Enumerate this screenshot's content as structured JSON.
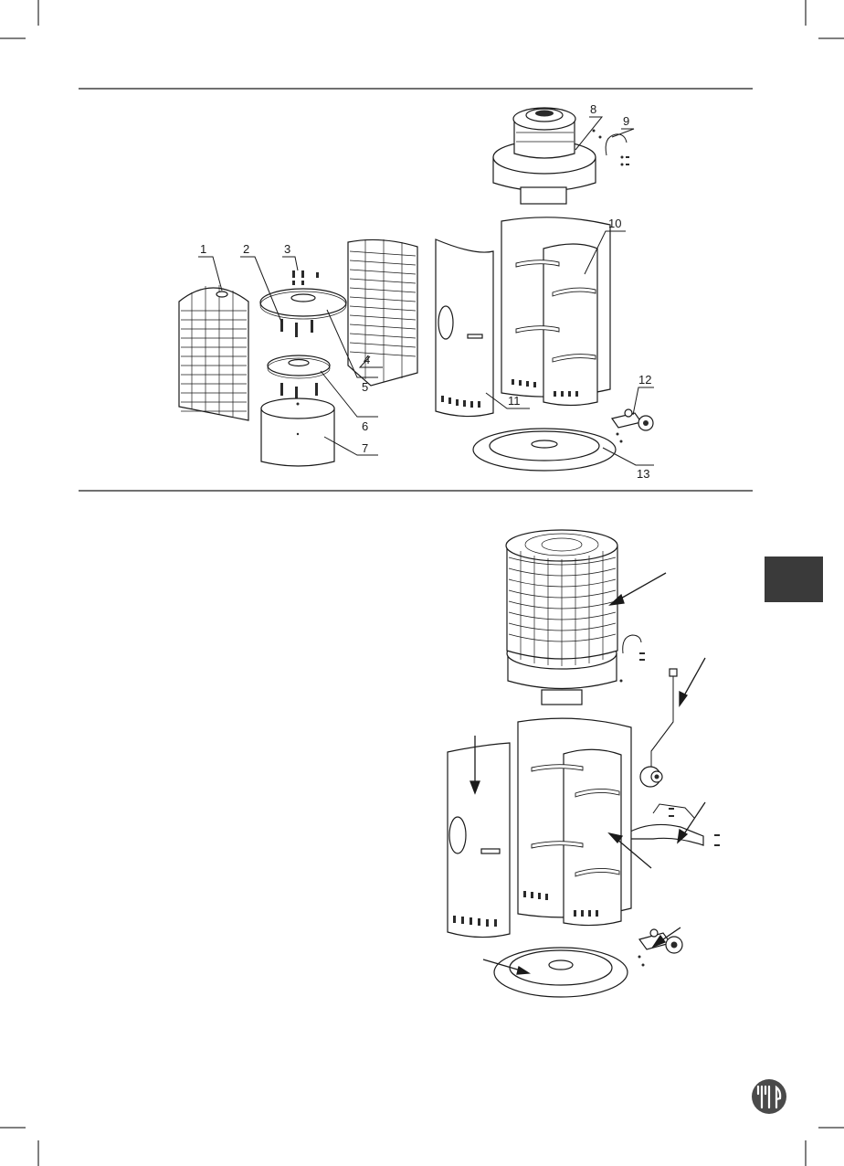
{
  "top_panel": {
    "callouts": [
      {
        "id": "c1",
        "label": "1",
        "part": "cage-half-left"
      },
      {
        "id": "c2",
        "label": "2",
        "part": "spacer-rods"
      },
      {
        "id": "c3",
        "label": "3",
        "part": "bolts"
      },
      {
        "id": "c4",
        "label": "4",
        "part": "cage-half-right"
      },
      {
        "id": "c5",
        "label": "5",
        "part": "top-disc"
      },
      {
        "id": "c6",
        "label": "6",
        "part": "small-disc"
      },
      {
        "id": "c7",
        "label": "7",
        "part": "inner-cylinder"
      },
      {
        "id": "c8",
        "label": "8",
        "part": "burner-head"
      },
      {
        "id": "c9",
        "label": "9",
        "part": "u-bracket"
      },
      {
        "id": "c10",
        "label": "10",
        "part": "rear-panels"
      },
      {
        "id": "c11",
        "label": "11",
        "part": "front-door-panel"
      },
      {
        "id": "c12",
        "label": "12",
        "part": "wheel-assembly"
      },
      {
        "id": "c13",
        "label": "13",
        "part": "base-plate"
      }
    ]
  },
  "colors": {
    "ink": "#1a1a1a",
    "tab": "#3a3a3a",
    "paper": "#ffffff"
  },
  "icons": {
    "side_tab": "section-tab",
    "footer_badge": "cutlery-icon"
  }
}
